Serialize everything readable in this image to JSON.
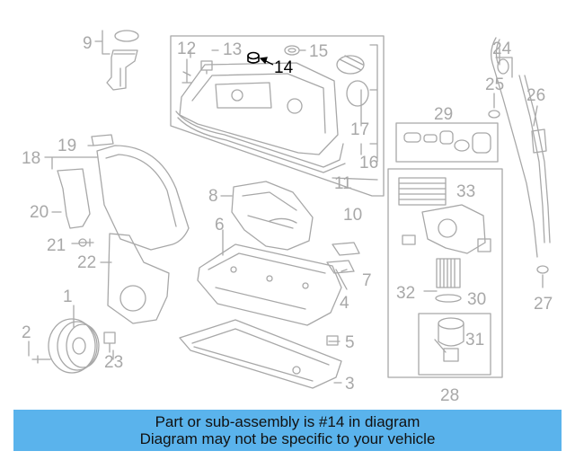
{
  "diagram": {
    "callouts": [
      {
        "id": "1",
        "label": "1"
      },
      {
        "id": "2",
        "label": "2"
      },
      {
        "id": "3",
        "label": "3"
      },
      {
        "id": "4",
        "label": "4"
      },
      {
        "id": "5",
        "label": "5"
      },
      {
        "id": "6",
        "label": "6"
      },
      {
        "id": "7",
        "label": "7"
      },
      {
        "id": "8",
        "label": "8"
      },
      {
        "id": "9",
        "label": "9"
      },
      {
        "id": "10",
        "label": "10"
      },
      {
        "id": "11",
        "label": "11"
      },
      {
        "id": "12",
        "label": "12"
      },
      {
        "id": "13",
        "label": "13"
      },
      {
        "id": "14",
        "label": "14"
      },
      {
        "id": "15",
        "label": "15"
      },
      {
        "id": "16",
        "label": "16"
      },
      {
        "id": "17",
        "label": "17"
      },
      {
        "id": "18",
        "label": "18"
      },
      {
        "id": "19",
        "label": "19"
      },
      {
        "id": "20",
        "label": "20"
      },
      {
        "id": "21",
        "label": "21"
      },
      {
        "id": "22",
        "label": "22"
      },
      {
        "id": "23",
        "label": "23"
      },
      {
        "id": "24",
        "label": "24"
      },
      {
        "id": "25",
        "label": "25"
      },
      {
        "id": "26",
        "label": "26"
      },
      {
        "id": "27",
        "label": "27"
      },
      {
        "id": "28",
        "label": "28"
      },
      {
        "id": "29",
        "label": "29"
      },
      {
        "id": "30",
        "label": "30"
      },
      {
        "id": "31",
        "label": "31"
      },
      {
        "id": "32",
        "label": "32"
      },
      {
        "id": "33",
        "label": "33"
      }
    ],
    "highlighted": "14",
    "colors": {
      "lines": "#a8a8a8",
      "highlight": "#000000",
      "banner": "#5ab3ec"
    }
  },
  "banner": {
    "line1": "Part or sub-assembly is #14 in diagram",
    "line2": "Diagram may not be specific to your vehicle"
  }
}
